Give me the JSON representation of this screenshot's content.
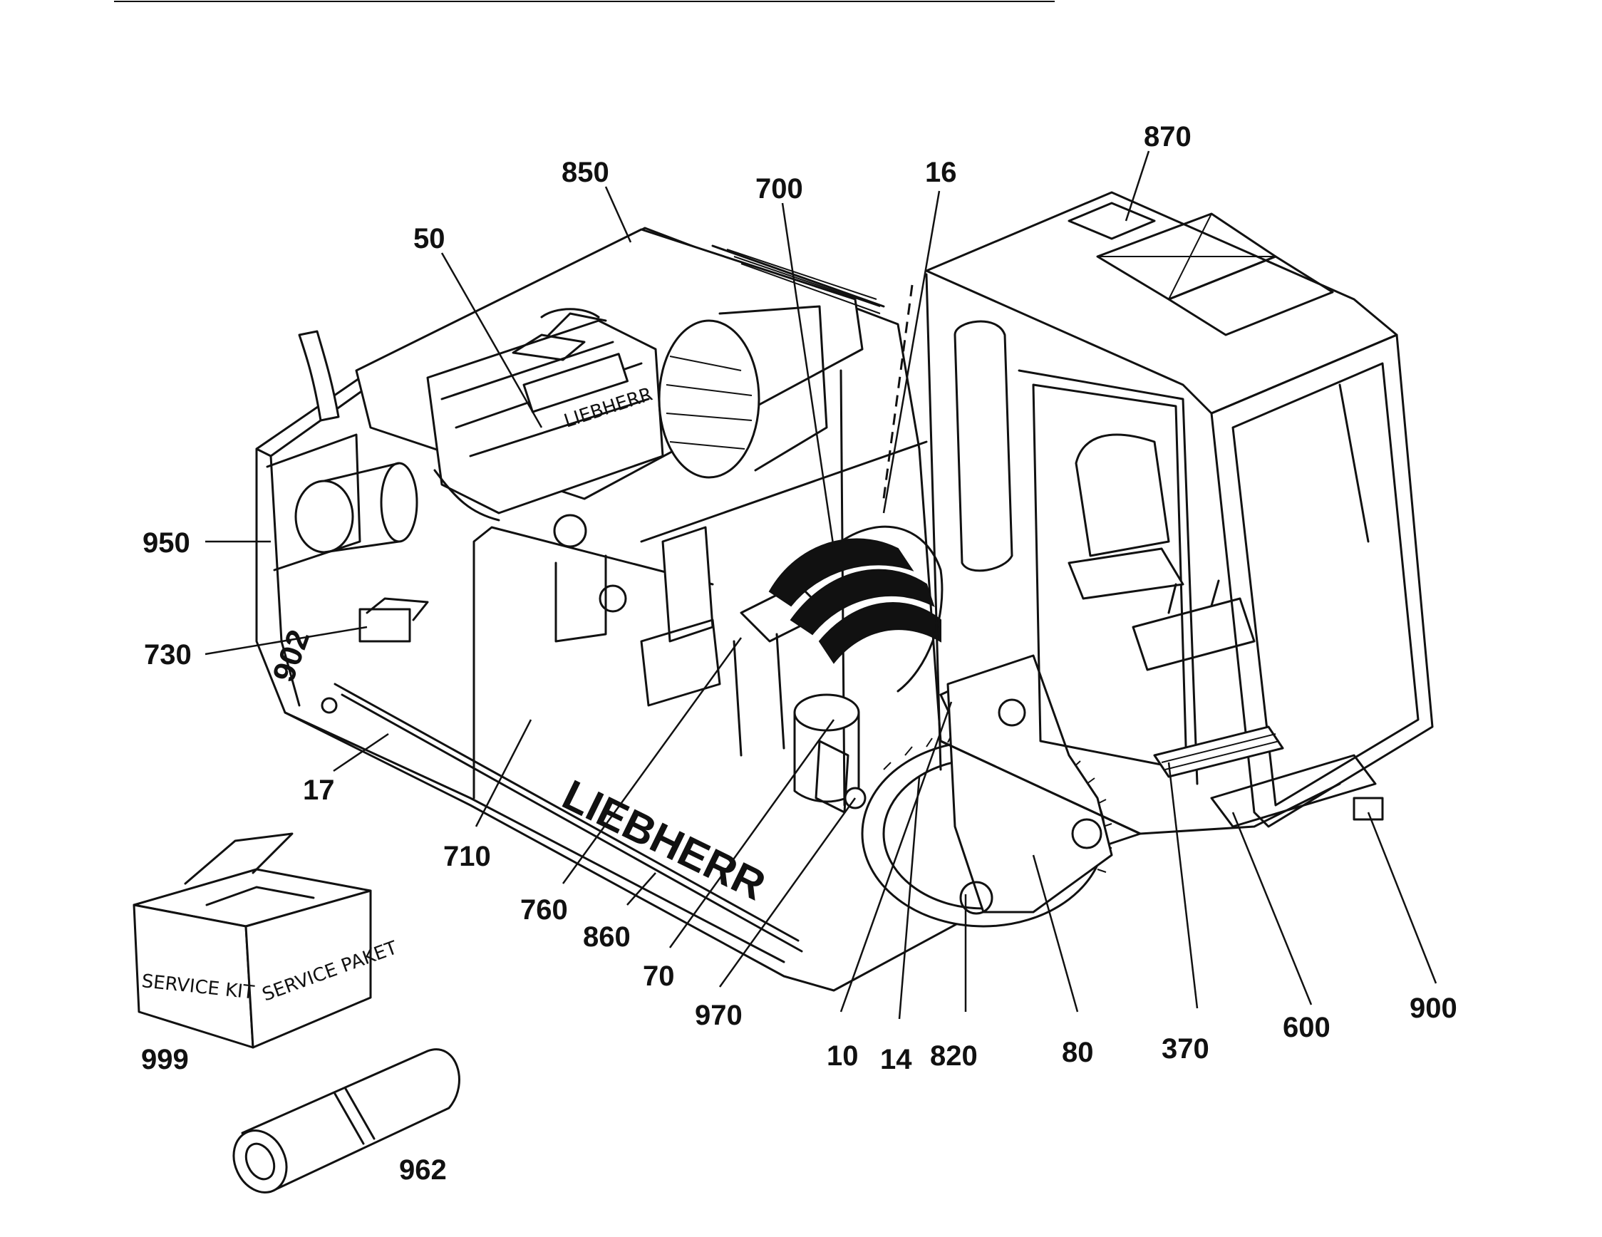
{
  "callouts": {
    "c850": "850",
    "c870": "870",
    "c700": "700",
    "c16": "16",
    "c50": "50",
    "c950": "950",
    "c730": "730",
    "c17": "17",
    "c710": "710",
    "c760": "760",
    "c860": "860",
    "c70": "70",
    "c970": "970",
    "c10": "10",
    "c14": "14",
    "c820": "820",
    "c80": "80",
    "c370": "370",
    "c600": "600",
    "c900": "900",
    "c999": "999",
    "c962": "962"
  },
  "box": {
    "front_label": "SERVICE KIT",
    "side_label": "SERVICE PAKET"
  },
  "machine": {
    "brand_lettering": "LIEBHERR",
    "model_lettering": "902",
    "engine_lettering": "LIEBHERR"
  }
}
